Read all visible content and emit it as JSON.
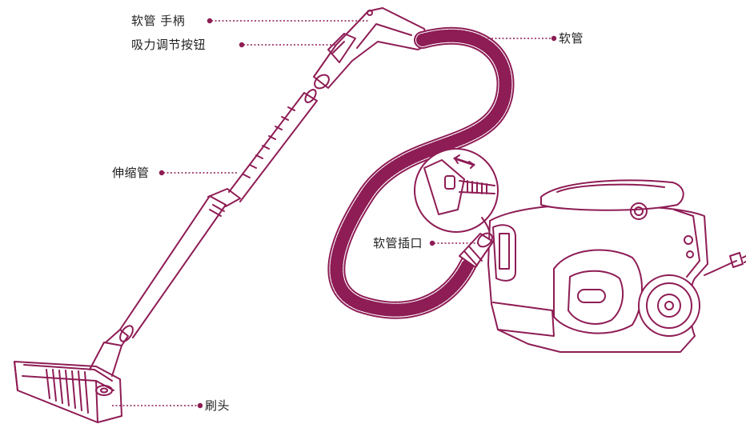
{
  "colors": {
    "line": "#8e1c55",
    "accent": "#8e1c55",
    "label_text": "#222222",
    "background": "#ffffff"
  },
  "labels": {
    "hose_handle": "软管 手柄",
    "suction_button": "吸力调节按钮",
    "hose": "软管",
    "telescopic_tube": "伸缩管",
    "hose_inlet": "软管插口",
    "brush_head": "刷头"
  }
}
